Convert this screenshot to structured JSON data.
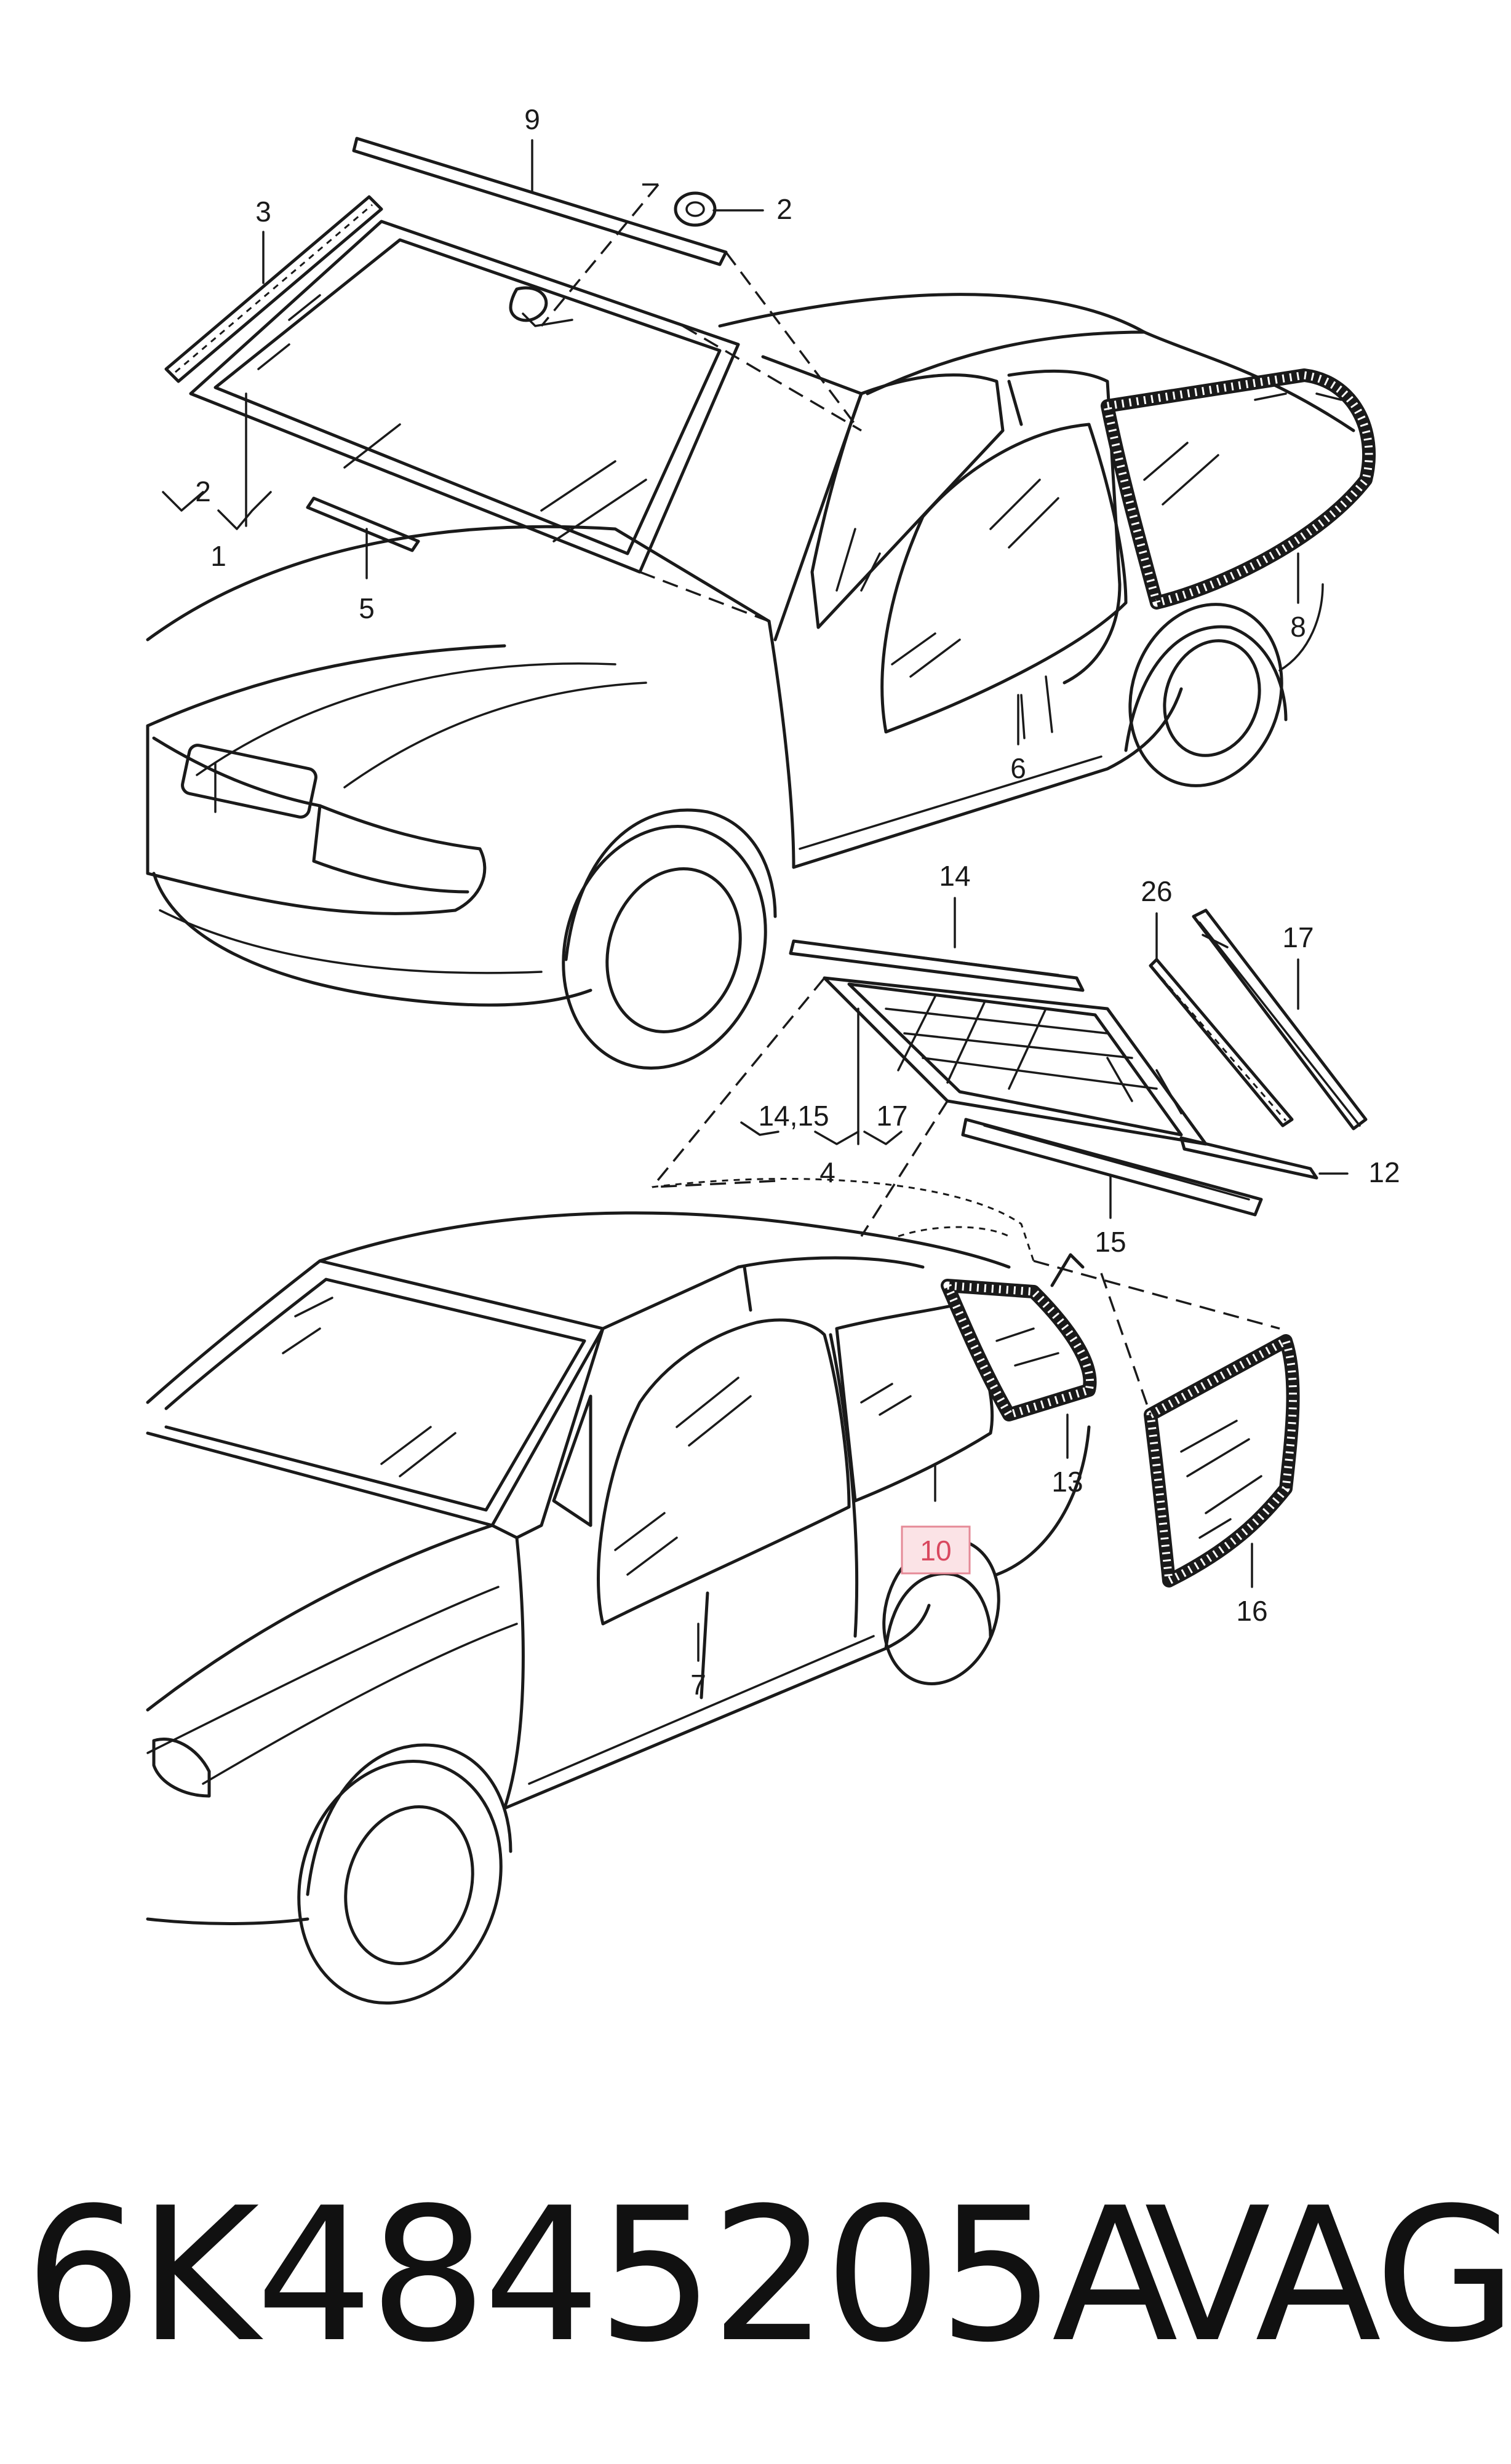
{
  "callouts": {
    "c1": "1",
    "c2a": "2",
    "c2b": "2",
    "c3": "3",
    "c4": "4",
    "c5": "5",
    "c6": "6",
    "c7": "7",
    "c8": "8",
    "c9": "9",
    "c10": "10",
    "c12": "12",
    "c13": "13",
    "c14": "14",
    "c14_15": "14,15",
    "c15": "15",
    "c16": "16",
    "c17a": "17",
    "c17b": "17",
    "c26": "26"
  },
  "highlighted_callout": "10",
  "colors": {
    "line": "#1a1a1a",
    "highlight_fill": "#fbe3e6",
    "highlight_border": "#e58a97",
    "highlight_text": "#d9485f"
  },
  "footer": {
    "part_number": "6K4845205A",
    "brand": "VAG"
  }
}
